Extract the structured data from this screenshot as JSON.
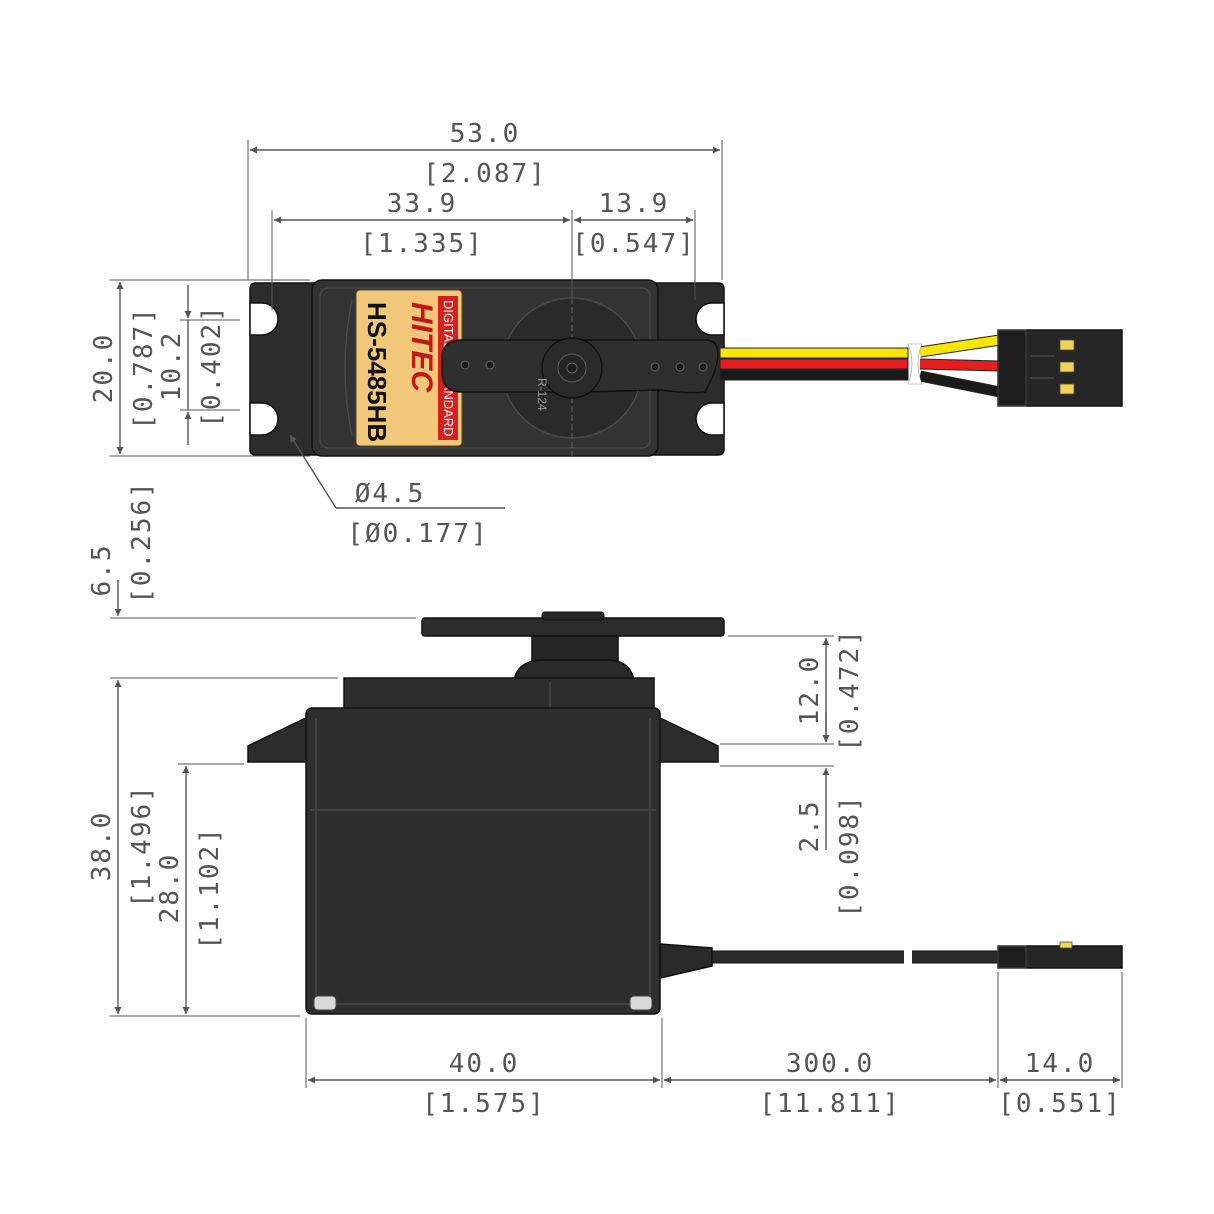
{
  "label": {
    "brand": "HITEC",
    "model": "HS-5485HB",
    "digital": "DIGITAL",
    "standard": "STANDARD",
    "horn_code": "R-124"
  },
  "dims": {
    "total_width": {
      "mm": "53.0",
      "in": "[2.087]"
    },
    "shaft_offset": {
      "mm": "33.9",
      "in": "[1.335]"
    },
    "mount_offset": {
      "mm": "13.9",
      "in": "[0.547]"
    },
    "width": {
      "mm": "20.0",
      "in": "[0.787]"
    },
    "hole_spacing": {
      "mm": "10.2",
      "in": "[0.402]"
    },
    "hole_dia": {
      "mm": "Ø4.5",
      "in": "[Ø0.177]"
    },
    "horn_height": {
      "mm": "6.5",
      "in": "[0.256]"
    },
    "total_height": {
      "mm": "38.0",
      "in": "[1.496]"
    },
    "tab_height": {
      "mm": "28.0",
      "in": "[1.102]"
    },
    "top_height": {
      "mm": "12.0",
      "in": "[0.472]"
    },
    "tab_thickness": {
      "mm": "2.5",
      "in": "[0.098]"
    },
    "body_length": {
      "mm": "40.0",
      "in": "[1.575]"
    },
    "lead_length": {
      "mm": "300.0",
      "in": "[11.811]"
    },
    "plug_length": {
      "mm": "14.0",
      "in": "[0.551]"
    }
  },
  "colors": {
    "body": "#2c2c2c",
    "label_bg": "#f1c77a",
    "label_red": "#d62020",
    "wire_signal": "#f7e600",
    "wire_power": "#e41e1e",
    "wire_ground": "#1a1a1a"
  }
}
